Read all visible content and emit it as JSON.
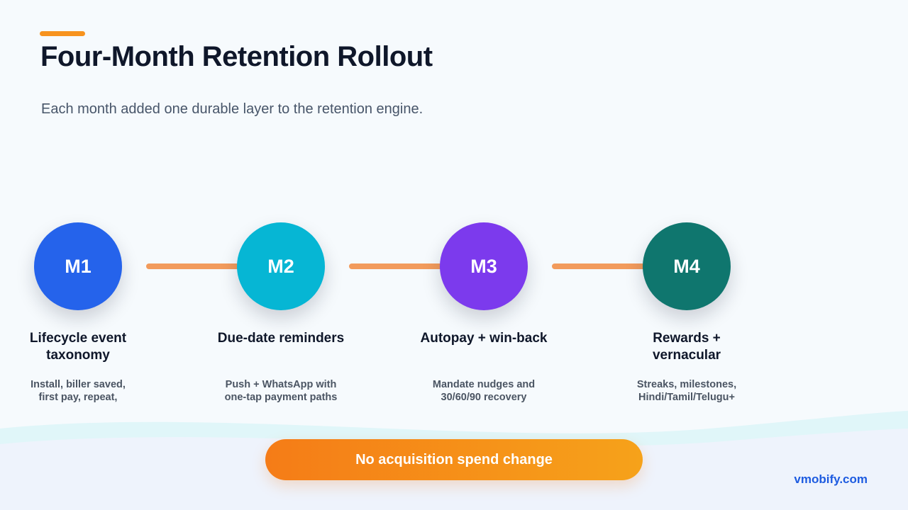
{
  "header": {
    "title": "Four-Month Retention Rollout",
    "subtitle": "Each month added one durable layer to the retention engine."
  },
  "colors": {
    "accent": "#f7931e",
    "connector": "#f29b5c",
    "m1": "#2563eb",
    "m2": "#06b6d4",
    "m3": "#7c3aed",
    "m4": "#0f766e",
    "footer": "#1d5be0"
  },
  "steps": [
    {
      "badge": "M1",
      "title_line1": "Lifecycle event",
      "title_line2": "taxonomy",
      "desc_line1": "Install, biller saved,",
      "desc_line2": "first pay, repeat,"
    },
    {
      "badge": "M2",
      "title_line1": "Due-date reminders",
      "title_line2": "",
      "desc_line1": "Push + WhatsApp with",
      "desc_line2": "one-tap payment paths"
    },
    {
      "badge": "M3",
      "title_line1": "Autopay + win-back",
      "title_line2": "",
      "desc_line1": "Mandate nudges and",
      "desc_line2": "30/60/90 recovery"
    },
    {
      "badge": "M4",
      "title_line1": "Rewards +",
      "title_line2": "vernacular",
      "desc_line1": "Streaks, milestones,",
      "desc_line2": "Hindi/Tamil/Telugu+"
    }
  ],
  "callout": "No acquisition spend change",
  "footer": "vmobify.com"
}
